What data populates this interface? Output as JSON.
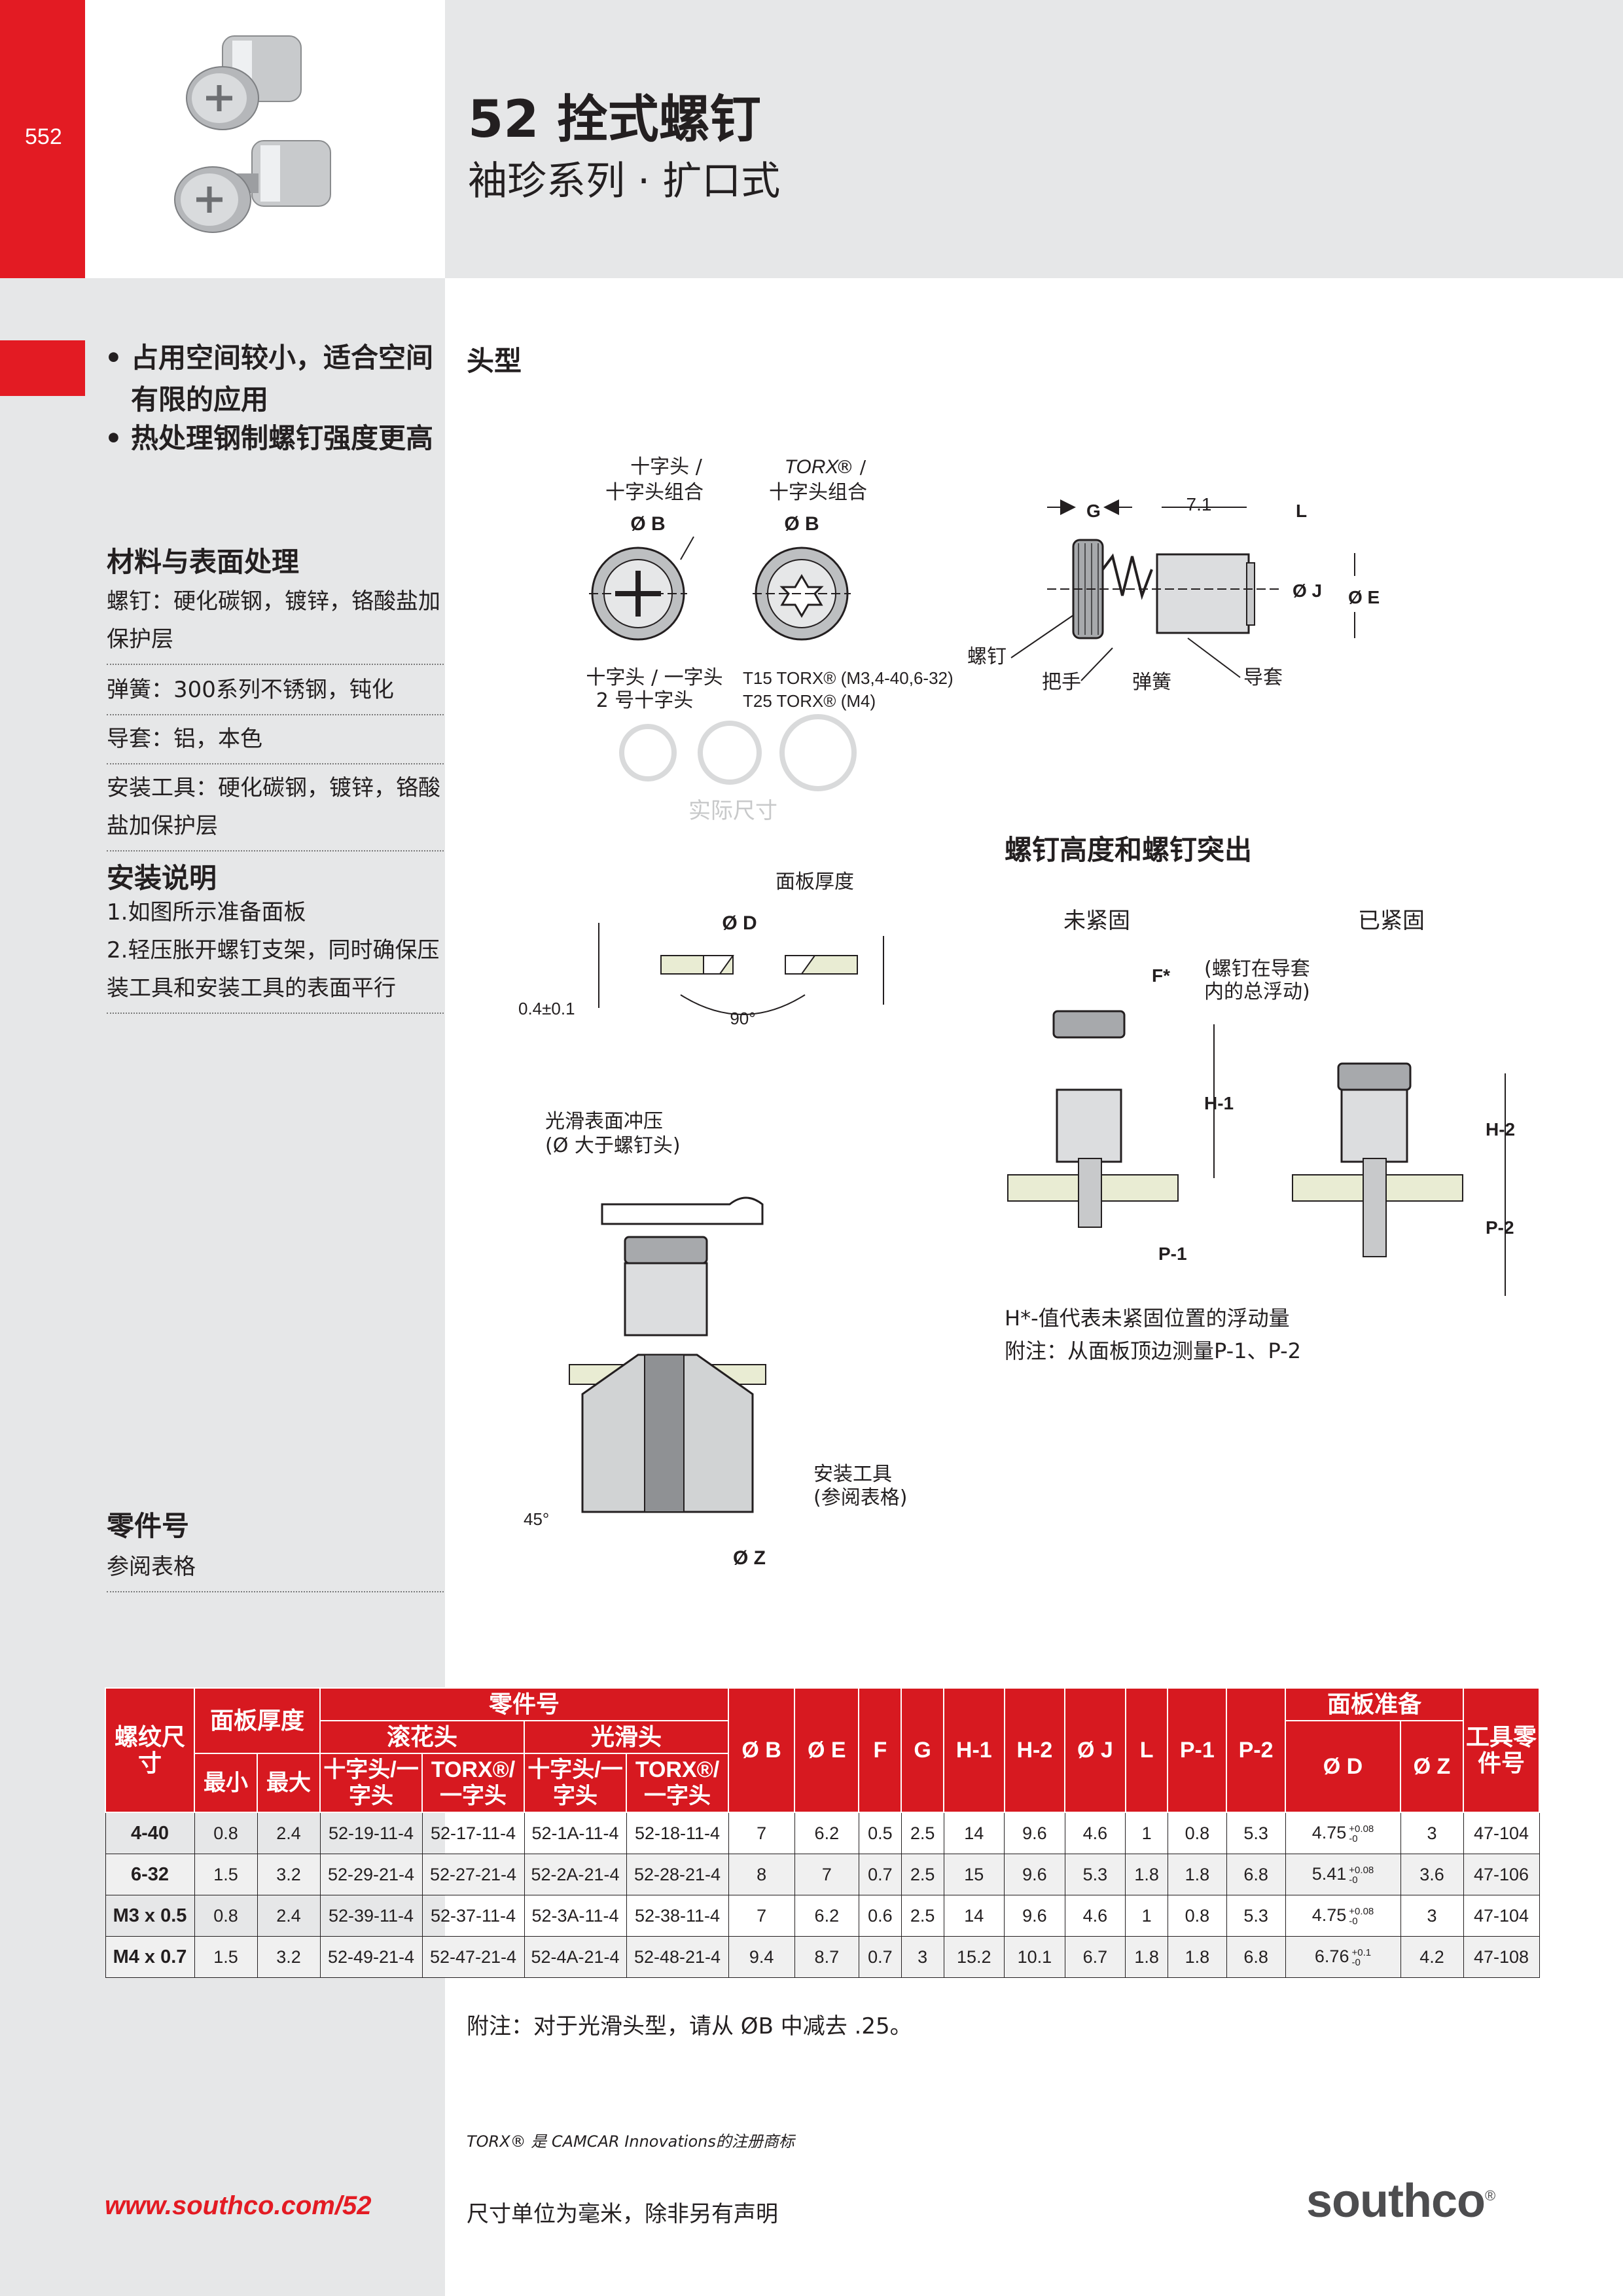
{
  "page_number": "552",
  "title": "52 拴式螺钉",
  "subtitle": "袖珍系列 · 扩口式",
  "features": [
    "占用空间较小，适合空间有限的应用",
    "热处理钢制螺钉强度更高"
  ],
  "materials": {
    "heading": "材料与表面处理",
    "items": [
      "螺钉：硬化碳钢，镀锌，铬酸盐加保护层",
      "弹簧：300系列不锈钢，钝化",
      "导套：铝，本色",
      "安装工具：硬化碳钢，镀锌，铬酸盐加保护层"
    ]
  },
  "install": {
    "heading": "安装说明",
    "steps": [
      "1.如图所示准备面板",
      "2.轻压胀开螺钉支架，同时确保压装工具和安装工具的表面平行"
    ]
  },
  "partno": {
    "heading": "零件号",
    "text": "参阅表格"
  },
  "head_type": {
    "heading": "头型",
    "cross_top": [
      "十字头 /",
      "十字头组合"
    ],
    "torx_top_a": "TORX",
    "torx_top_b": "® /",
    "torx_top_c": "十字头组合",
    "diam_b": "Ø B",
    "cross_bottom": [
      "十字头 / 一字头",
      "2 号十字头"
    ],
    "torx_bottom": [
      "T15 TORX® (M3,4-40,6-32)",
      "T25 TORX® (M4)"
    ],
    "actual_size": "实际尺寸"
  },
  "side_view": {
    "G": "G",
    "dim_71": "7.1",
    "L": "L",
    "J": "Ø J",
    "E": "Ø E",
    "screw": "螺钉",
    "handle": "把手",
    "spring": "弹簧",
    "sleeve": "导套"
  },
  "panel_prep": {
    "thickness": "面板厚度",
    "D": "Ø D",
    "tol": "0.4±0.1",
    "angle": "90°"
  },
  "install_tool": {
    "punch": [
      "光滑表面冲压",
      "(Ø 大于螺钉头)"
    ],
    "tool": [
      "安装工具",
      "(参阅表格)"
    ],
    "angle": "45°",
    "Z": "Ø Z"
  },
  "height": {
    "heading": "螺钉高度和螺钉突出",
    "unclamped": "未紧固",
    "clamped": "已紧固",
    "F": "F*",
    "float": [
      "(螺钉在导套",
      "内的总浮动)"
    ],
    "H1": "H-1",
    "H2": "H-2",
    "P1": "P-1",
    "P2": "P-2",
    "note1": "H*-值代表未紧固位置的浮动量",
    "note2": "附注：从面板顶边测量P-1、P-2"
  },
  "table": {
    "head": {
      "thread": "螺纹尺寸",
      "panel": "面板厚度",
      "part": "零件号",
      "knurled": "滚花头",
      "smooth": "光滑头",
      "min": "最小",
      "max": "最大",
      "cross": "十字头/一字头",
      "torx": "TORX®/一字头",
      "B": "Ø B",
      "E": "Ø E",
      "F": "F",
      "G": "G",
      "H1": "H-1",
      "H2": "H-2",
      "J": "Ø J",
      "L": "L",
      "P1": "P-1",
      "P2": "P-2",
      "prep": "面板准备",
      "D": "Ø D",
      "Z": "Ø Z",
      "tool": "工具零件号"
    },
    "rows": [
      [
        "4-40",
        "0.8",
        "2.4",
        "52-19-11-4",
        "52-17-11-4",
        "52-1A-11-4",
        "52-18-11-4",
        "7",
        "6.2",
        "0.5",
        "2.5",
        "14",
        "9.6",
        "4.6",
        "1",
        "0.8",
        "5.3",
        "4.75",
        "+0.08",
        "-0",
        "3",
        "47-104"
      ],
      [
        "6-32",
        "1.5",
        "3.2",
        "52-29-21-4",
        "52-27-21-4",
        "52-2A-21-4",
        "52-28-21-4",
        "8",
        "7",
        "0.7",
        "2.5",
        "15",
        "9.6",
        "5.3",
        "1.8",
        "1.8",
        "6.8",
        "5.41",
        "+0.08",
        "-0",
        "3.6",
        "47-106"
      ],
      [
        "M3 x 0.5",
        "0.8",
        "2.4",
        "52-39-11-4",
        "52-37-11-4",
        "52-3A-11-4",
        "52-38-11-4",
        "7",
        "6.2",
        "0.6",
        "2.5",
        "14",
        "9.6",
        "4.6",
        "1",
        "0.8",
        "5.3",
        "4.75",
        "+0.08",
        "-0",
        "3",
        "47-104"
      ],
      [
        "M4 x 0.7",
        "1.5",
        "3.2",
        "52-49-21-4",
        "52-47-21-4",
        "52-4A-21-4",
        "52-48-21-4",
        "9.4",
        "8.7",
        "0.7",
        "3",
        "15.2",
        "10.1",
        "6.7",
        "1.8",
        "1.8",
        "6.8",
        "6.76",
        "+0.1",
        "-0",
        "4.2",
        "47-108"
      ]
    ]
  },
  "table_note": "附注：对于光滑头型，请从 ØB 中减去 .25。",
  "trademark": "TORX® 是 CAMCAR Innovations的注册商标",
  "units_note": "尺寸单位为毫米，除非另有声明",
  "url": "www.southco.com/52",
  "logo": "southco",
  "logo_mark": "®"
}
